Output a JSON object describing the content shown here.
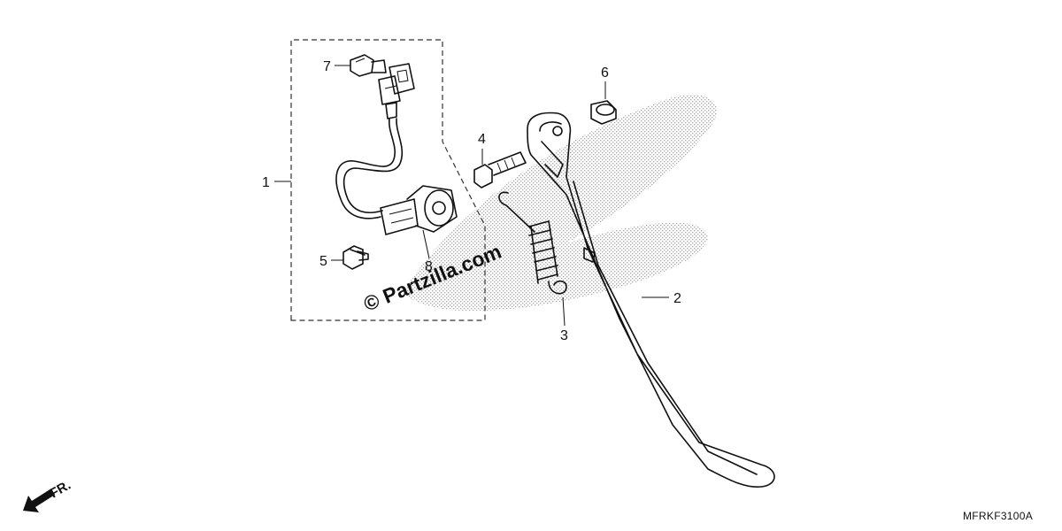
{
  "callouts": {
    "c1": "1",
    "c2": "2",
    "c3": "3",
    "c4": "4",
    "c5": "5",
    "c6": "6",
    "c7": "7",
    "c8": "8"
  },
  "watermark": "© Partzilla.com",
  "direction_label": "FR.",
  "diagram_code": "MFRKF3100A",
  "icons": {
    "watermark_logo": "honda-wing-logo",
    "direction": "front-direction-arrow-icon"
  }
}
